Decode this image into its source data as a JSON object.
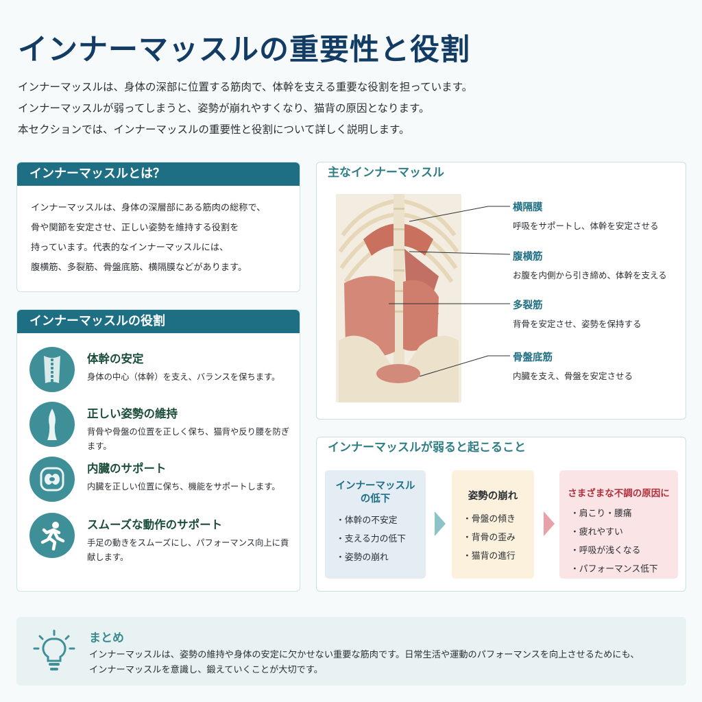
{
  "title": "インナーマッスルの重要性と役割",
  "intro": [
    "インナーマッスルは、身体の深部に位置する筋肉で、体幹を支える重要な役割を担っています。",
    "インナーマッスルが弱ってしまうと、姿勢が崩れやすくなり、猫背の原因となります。",
    "本セクションでは、インナーマッスルの重要性と役割について詳しく説明します。"
  ],
  "what": {
    "heading": "インナーマッスルとは？",
    "lines": [
      "インナーマッスルは、身体の深層部にある筋肉の総称で、",
      "骨や関節を安定させ、正しい姿勢を維持する役割を",
      "持っています。代表的なインナーマッスルには、",
      "腹横筋、多裂筋、骨盤底筋、横隔膜などがあります。"
    ]
  },
  "roles": {
    "heading": "インナーマッスルの役割",
    "items": [
      {
        "title": "体幹の安定",
        "desc": "身体の中心（体幹）を支え、バランスを保ちます。",
        "icon": "spine-icon"
      },
      {
        "title": "正しい姿勢の維持",
        "desc": "背骨や骨盤の位置を正しく保ち、猫背や反り腰を防ぎます。",
        "icon": "posture-icon"
      },
      {
        "title": "内臓のサポート",
        "desc": "内臓を正しい位置に保ち、機能をサポートします。",
        "icon": "organs-icon"
      },
      {
        "title": "スムーズな動作のサポート",
        "desc": "手足の動きをスムーズにし、パフォーマンス向上に貢献します。",
        "icon": "running-icon"
      }
    ]
  },
  "muscles": {
    "heading": "主なインナーマッスル",
    "items": [
      {
        "name": "横隔膜",
        "desc": "呼吸をサポートし、体幹を安定させる"
      },
      {
        "name": "腹横筋",
        "desc": "お腹を内側から引き締め、体幹を支える"
      },
      {
        "name": "多裂筋",
        "desc": "背骨を安定させ、姿勢を保持する"
      },
      {
        "name": "骨盤底筋",
        "desc": "内臓を支え、骨盤を安定させる"
      }
    ]
  },
  "weak": {
    "heading": "インナーマッスルが弱ると起こること",
    "boxes": [
      {
        "title": "インナーマッスル\nの低下",
        "items": [
          "体幹の不安定",
          "支える力の低下",
          "姿勢の崩れ"
        ],
        "color": "#e3edf3",
        "title_color": "#1e6f84"
      },
      {
        "title": "姿勢の崩れ",
        "items": [
          "骨盤の傾き",
          "背骨の歪み",
          "猫背の進行"
        ],
        "color": "#fbf1dd",
        "title_color": "#2b2f33"
      },
      {
        "title": "さまざまな不調の原因に",
        "items": [
          "肩こり・腰痛",
          "疲れやすい",
          "呼吸が浅くなる",
          "パフォーマンス低下"
        ],
        "color": "#fbe4e6",
        "title_color": "#b0303c"
      }
    ]
  },
  "summary": {
    "heading": "まとめ",
    "lines": [
      "インナーマッスルは、姿勢の維持や身体の安定に欠かせない重要な筋肉です。日常生活や運動のパフォーマンスを向上させるためにも、",
      "インナーマッスルを意識し、鍛えていくことが大切です。"
    ],
    "icon": "lightbulb-icon"
  },
  "colors": {
    "accent": "#1e6f84",
    "title": "#123c63",
    "icon_bg": "#3f8f99"
  }
}
